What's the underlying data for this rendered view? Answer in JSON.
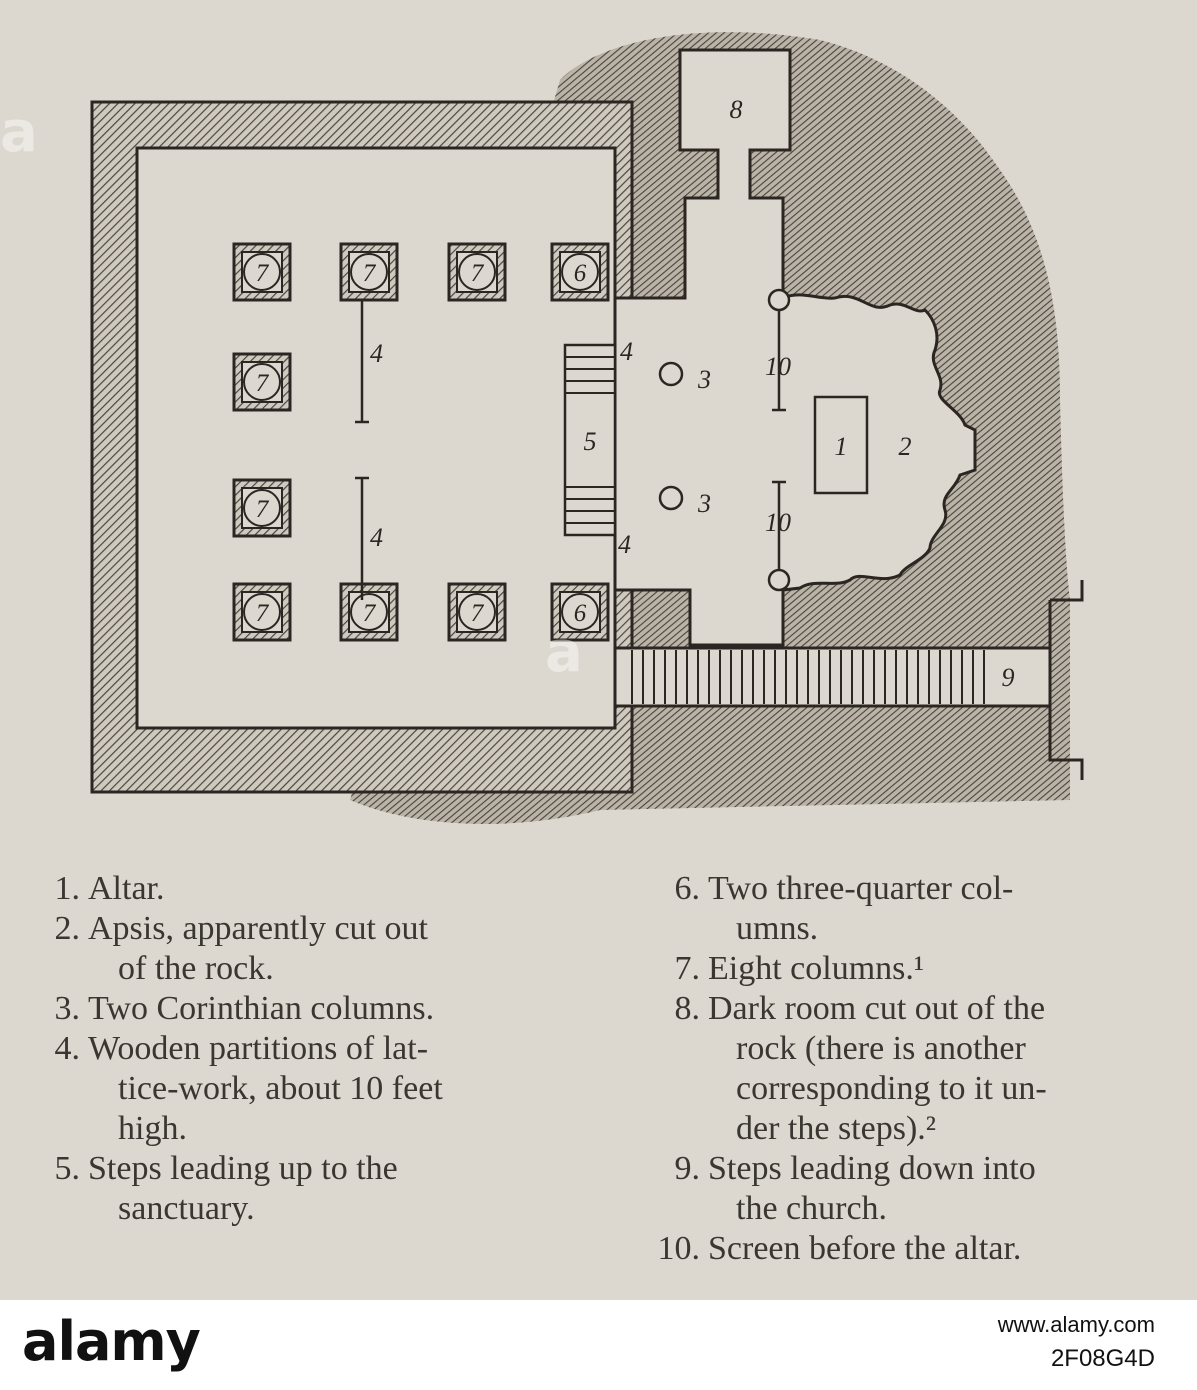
{
  "diagram": {
    "labels": {
      "room": "8",
      "altar": "1",
      "apsis": "2",
      "column_corinthian": "3",
      "partition": "4",
      "steps_up": "5",
      "three_quarter": "6",
      "column": "7",
      "steps_down": "9",
      "screen": "10"
    }
  },
  "legend": {
    "left": [
      {
        "num": "1.",
        "lines": [
          "Altar."
        ]
      },
      {
        "num": "2.",
        "lines": [
          "Apsis, apparently cut out",
          "of the rock."
        ]
      },
      {
        "num": "3.",
        "lines": [
          "Two Corinthian columns."
        ]
      },
      {
        "num": "4.",
        "lines": [
          "Wooden partitions of lat-",
          "tice-work, about 10 feet",
          "high."
        ]
      },
      {
        "num": "5.",
        "lines": [
          "Steps leading up to the",
          "sanctuary."
        ]
      }
    ],
    "right": [
      {
        "num": "6.",
        "lines": [
          "Two three-quarter col-",
          "umns."
        ]
      },
      {
        "num": "7.",
        "lines": [
          "Eight columns.¹"
        ]
      },
      {
        "num": "8.",
        "lines": [
          "Dark room cut out of the",
          "rock (there is another",
          "corresponding to it un-",
          "der the steps).²"
        ]
      },
      {
        "num": "9.",
        "lines": [
          "Steps leading down into",
          "the church."
        ]
      },
      {
        "num": "10.",
        "lines": [
          "Screen before the altar."
        ]
      }
    ]
  },
  "footer": {
    "brand": "alamy",
    "stock_id": "2F08G4D",
    "url": "www.alamy.com"
  },
  "colors": {
    "paper": "#dcd8cf",
    "ink": "#2b2622",
    "hatch": "#5a534a"
  }
}
